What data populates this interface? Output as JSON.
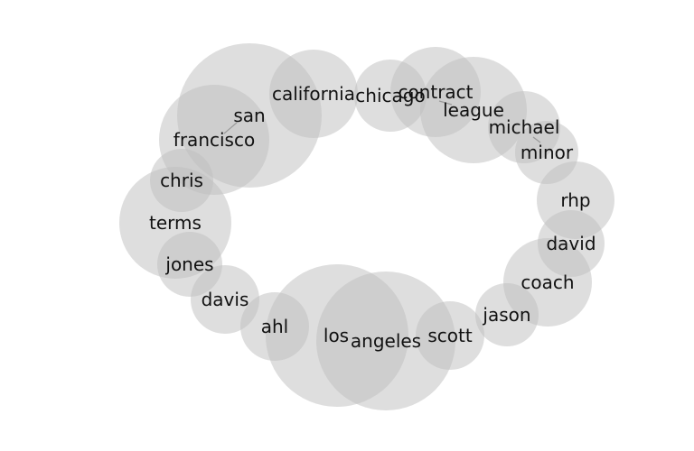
{
  "diagram": {
    "words": [
      {
        "id": "san",
        "label": "san"
      },
      {
        "id": "california",
        "label": "california"
      },
      {
        "id": "chicago",
        "label": "chicago"
      },
      {
        "id": "contract",
        "label": "contract"
      },
      {
        "id": "league",
        "label": "league"
      },
      {
        "id": "michael",
        "label": "michael"
      },
      {
        "id": "minor",
        "label": "minor"
      },
      {
        "id": "francisco",
        "label": "francisco"
      },
      {
        "id": "chris",
        "label": "chris"
      },
      {
        "id": "terms",
        "label": "terms"
      },
      {
        "id": "rhp",
        "label": "rhp"
      },
      {
        "id": "david",
        "label": "david"
      },
      {
        "id": "jones",
        "label": "jones"
      },
      {
        "id": "coach",
        "label": "coach"
      },
      {
        "id": "davis",
        "label": "davis"
      },
      {
        "id": "jason",
        "label": "jason"
      },
      {
        "id": "ahl",
        "label": "ahl"
      },
      {
        "id": "los",
        "label": "los"
      },
      {
        "id": "angeles",
        "label": "angeles"
      },
      {
        "id": "scott",
        "label": "scott"
      }
    ]
  },
  "colors": {
    "bubble": "#bdbdbd",
    "text": "#111111",
    "link": "#9a9a9a"
  }
}
